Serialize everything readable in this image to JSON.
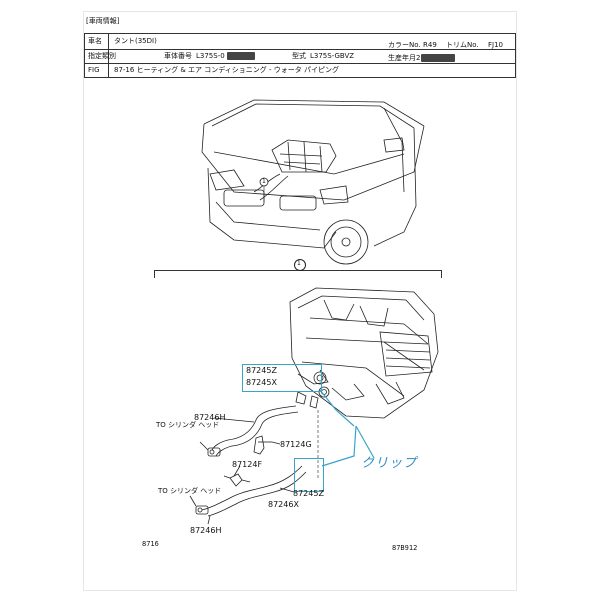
{
  "header": {
    "section_title": "[車両情報]",
    "name_label": "車名",
    "name_value": "タント(35DI)",
    "color_label": "カラーNo.",
    "color_value": "R49",
    "trim_label": "トリムNo.",
    "trim_value": "FJ10",
    "spec_label": "指定類別",
    "body_no_label": "車体番号",
    "body_no_value": "L375S-0",
    "model_label": "型式",
    "model_value": "L375S-GBVZ",
    "prod_label": "生産年月",
    "prod_value": "2",
    "fig_label": "FIG",
    "fig_value": "87-16 ヒーティング & エア コンディショニング - ウォータ パイピング"
  },
  "diagram": {
    "callout_number": "1",
    "parts": {
      "p87245Z_top": "87245Z",
      "p87245X_top": "87245X",
      "p87246H_top": "87246H",
      "to_cylinder_head_top": "TO シリンダ ヘッド",
      "p87124G": "87124G",
      "p87124F": "87124F",
      "to_cylinder_head_bottom": "TO シリンダ ヘッド",
      "p87245Z_bottom": "87245Z",
      "p87246X": "87246X",
      "p87246H_bottom": "87246H"
    },
    "handwritten_note": "クリップ"
  },
  "footer": {
    "page_left": "8716",
    "page_right": "87B912"
  },
  "colors": {
    "annotation_blue": "#39a4c6",
    "line": "#333333"
  }
}
